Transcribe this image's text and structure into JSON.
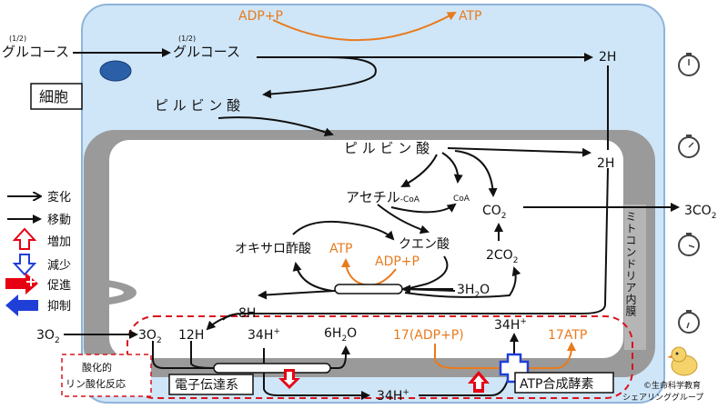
{
  "colors": {
    "cell_fill": "#cfe6f8",
    "cell_stroke": "#8fb4d9",
    "membrane": "#9a9a9a",
    "orange": "#e87b1e",
    "red": "#e60012",
    "blue": "#1f3fd6",
    "dashed_red": "#d9141e"
  },
  "cell": {
    "label": "細胞",
    "glucose_outside": "グルコース",
    "glucose_inside": "グルコース",
    "half": "(1/2)",
    "adp": "ADP+P",
    "atp": "ATP",
    "h2_top": "2H",
    "pyruvate": "ピ ル ビ ン 酸"
  },
  "mito": {
    "pyruvate": "ピ ル ビ ン 酸",
    "h2": "2H",
    "acetyl": "アセチル",
    "acetyl_sub": "-CoA",
    "coa": "CoA",
    "co2": "CO",
    "co2_sub": "2",
    "co2_out": "3CO",
    "co2_out_sub": "2",
    "oxaloacetate": "オキサロ酢酸",
    "citrate": "クエン酸",
    "atp": "ATP",
    "adp": "ADP+P",
    "two_co2": "2CO",
    "two_co2_sub": "2",
    "water": "3H",
    "water_sub": "2",
    "water_end": "O",
    "h8": "8H",
    "inner_membrane": "ミトコンドリア内膜"
  },
  "respiration": {
    "o2_outside": "3O",
    "o2_outside_sub": "2",
    "o2": "3O",
    "o2_sub": "2",
    "h12": "12H",
    "h34_plus": "34H",
    "plus": "+",
    "water6": "6H",
    "water6_sub": "2",
    "water6_end": "O",
    "adp17": "17(ADP+P)",
    "h34_top": "34H",
    "atp17": "17ATP",
    "h34_bottom": "34H",
    "etc_box": "電子伝達系",
    "atp_synthase": "ATP合成酵素",
    "ox_line1": "酸化的",
    "ox_line2": "リン酸化反応"
  },
  "legend": {
    "change": "変化",
    "move": "移動",
    "increase": "増加",
    "decrease": "減少",
    "promote": "促進",
    "inhibit": "抑制"
  },
  "credits": {
    "line1": "©生命科学教育",
    "line2": "シェアリンググループ"
  },
  "icons": [
    "stopwatch-icon",
    "stopwatch-icon",
    "stopwatch-icon",
    "stopwatch-icon",
    "chick-mascot-icon"
  ]
}
